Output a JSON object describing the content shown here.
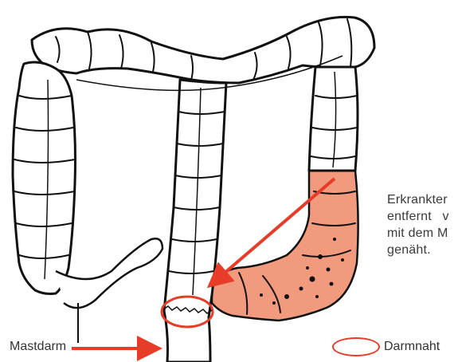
{
  "colors": {
    "diseased": "#f29a7e",
    "accent": "#e63c28",
    "outline": "#111111",
    "text": "#333333"
  },
  "labels": {
    "description_lines": [
      "Erkrankter",
      "entfernt v",
      "mit dem M",
      "genäht."
    ],
    "mastdarm": "Mastdarm",
    "darmnaht": "Darmnaht"
  }
}
